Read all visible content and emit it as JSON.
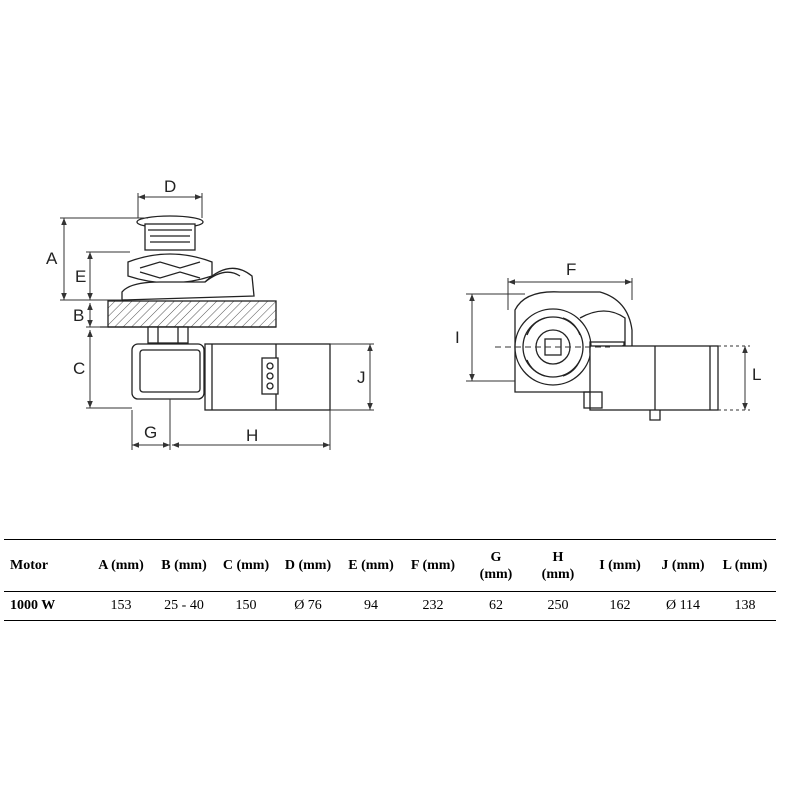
{
  "diagram": {
    "side_view_labels": {
      "a": "A",
      "b": "B",
      "c": "C",
      "d": "D",
      "e": "E",
      "g": "G",
      "h": "H",
      "j": "J"
    },
    "top_view_labels": {
      "f": "F",
      "i": "I",
      "l": "L"
    }
  },
  "table": {
    "headers": {
      "motor": "Motor",
      "a": "A (mm)",
      "b": "B (mm)",
      "c": "C (mm)",
      "d": "D (mm)",
      "e": "E (mm)",
      "f": "F (mm)",
      "g_line1": "G",
      "g_line2": "(mm)",
      "h_line1": "H",
      "h_line2": "(mm)",
      "i": "I (mm)",
      "j": "J (mm)",
      "l": "L (mm)"
    },
    "row": {
      "motor": "1000 W",
      "a": "153",
      "b": "25 - 40",
      "c": "150",
      "d": "Ø 76",
      "e": "94",
      "f": "232",
      "g": "62",
      "h": "250",
      "i": "162",
      "j": "Ø 114",
      "l": "138"
    }
  }
}
